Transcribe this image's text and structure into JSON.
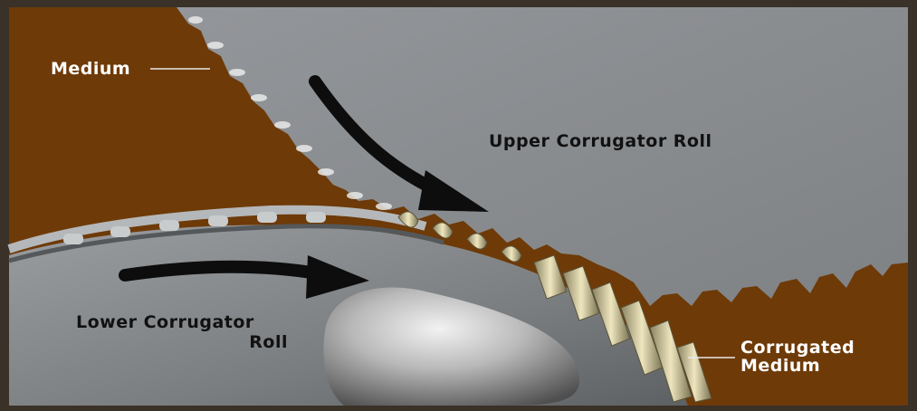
{
  "labels": {
    "medium": "Medium",
    "upper_roll": "Upper Corrugator Roll",
    "lower_roll_line1": "Lower Corrugator",
    "lower_roll_line2": "Roll",
    "corrugated_line1": "Corrugated",
    "corrugated_line2": "Medium"
  },
  "colors": {
    "frame": "#3a3128",
    "medium_brown": "#6e3a08",
    "roll_gray": "#8a8d8e",
    "roll_dark": "#6c6f70",
    "flute_cream": "#d9cfa6",
    "arrow": "#0d0d0d"
  },
  "icons": [
    "rotation-arrow-icon",
    "rotation-arrow-icon"
  ]
}
